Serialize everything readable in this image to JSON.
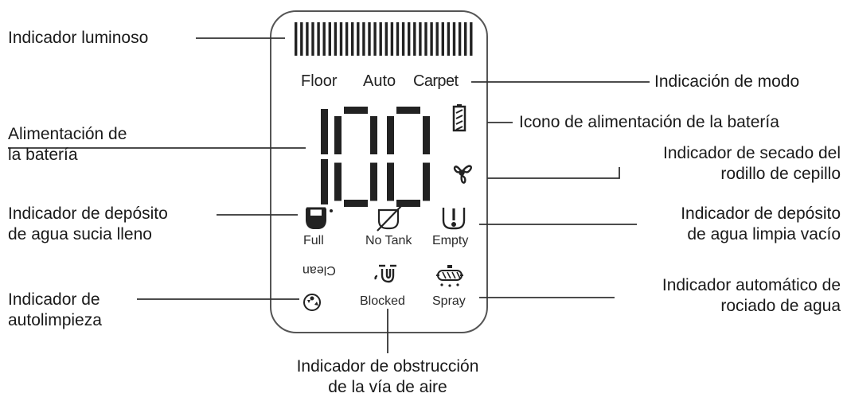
{
  "labels": {
    "light_indicator": "Indicador luminoso",
    "mode_indication": "Indicación de modo",
    "battery_power": [
      "Alimentación de",
      "la batería"
    ],
    "battery_icon": "Icono de alimentación de la batería",
    "brush_dry": [
      "Indicador de secado del",
      "rodillo de cepillo"
    ],
    "dirty_tank": [
      "Indicador de depósito",
      "de agua sucia lleno"
    ],
    "clean_tank": [
      "Indicador de depósito",
      "de agua limpia vacío"
    ],
    "self_clean": [
      "Indicador de",
      "autolimpieza"
    ],
    "auto_spray": [
      "Indicador automático de",
      "rociado de agua"
    ],
    "airway": [
      "Indicador de obstrucción",
      "de la vía de aire"
    ]
  },
  "display": {
    "modes": [
      "Floor",
      "Auto",
      "Carpet"
    ],
    "digits": "100",
    "full": "Full",
    "no_tank": "No Tank",
    "empty": "Empty",
    "clean": "Clean",
    "blocked": "Blocked",
    "spray": "Spray"
  },
  "icons": {
    "light_bar": "light-bar-icon",
    "battery": "battery-icon",
    "fan": "fan-icon",
    "dirty_tank": "dirty-tank-icon",
    "no_tank": "no-tank-icon",
    "clean_tank": "clean-tank-alert-icon",
    "self_clean": "self-clean-icon",
    "blocked": "blocked-pipe-icon",
    "spray": "spray-icon"
  },
  "colors": {
    "ink": "#1a1a1a",
    "panel_border": "#555555"
  }
}
